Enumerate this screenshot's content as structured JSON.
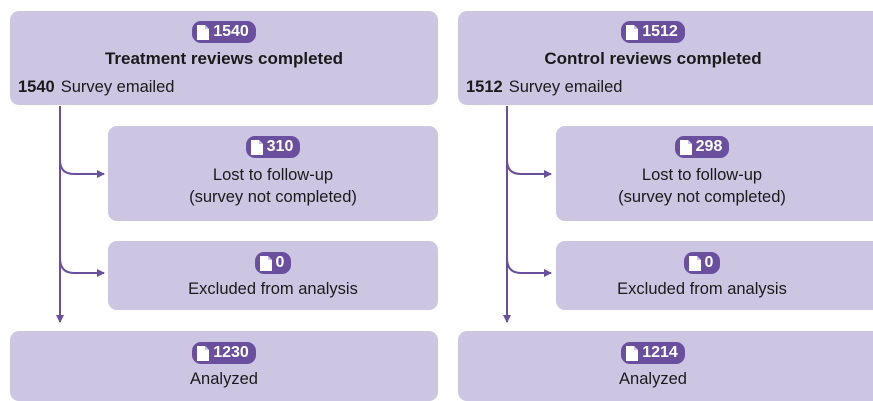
{
  "colors": {
    "box": "#ccc6e3",
    "badge": "#6a4f9e",
    "connector": "#6a4f9e"
  },
  "icon": "document-icon",
  "columns": [
    {
      "top": {
        "count": "1540",
        "title": "Treatment reviews completed",
        "emailed_count": "1540",
        "emailed_label": "Survey emailed"
      },
      "lost": {
        "count": "310",
        "line1": "Lost to follow-up",
        "line2": "(survey not completed)"
      },
      "excluded": {
        "count": "0",
        "label": "Excluded from analysis"
      },
      "analyzed": {
        "count": "1230",
        "label": "Analyzed"
      }
    },
    {
      "top": {
        "count": "1512",
        "title": "Control reviews completed",
        "emailed_count": "1512",
        "emailed_label": "Survey emailed"
      },
      "lost": {
        "count": "298",
        "line1": "Lost to follow-up",
        "line2": "(survey not completed)"
      },
      "excluded": {
        "count": "0",
        "label": "Excluded from analysis"
      },
      "analyzed": {
        "count": "1214",
        "label": "Analyzed"
      }
    }
  ]
}
